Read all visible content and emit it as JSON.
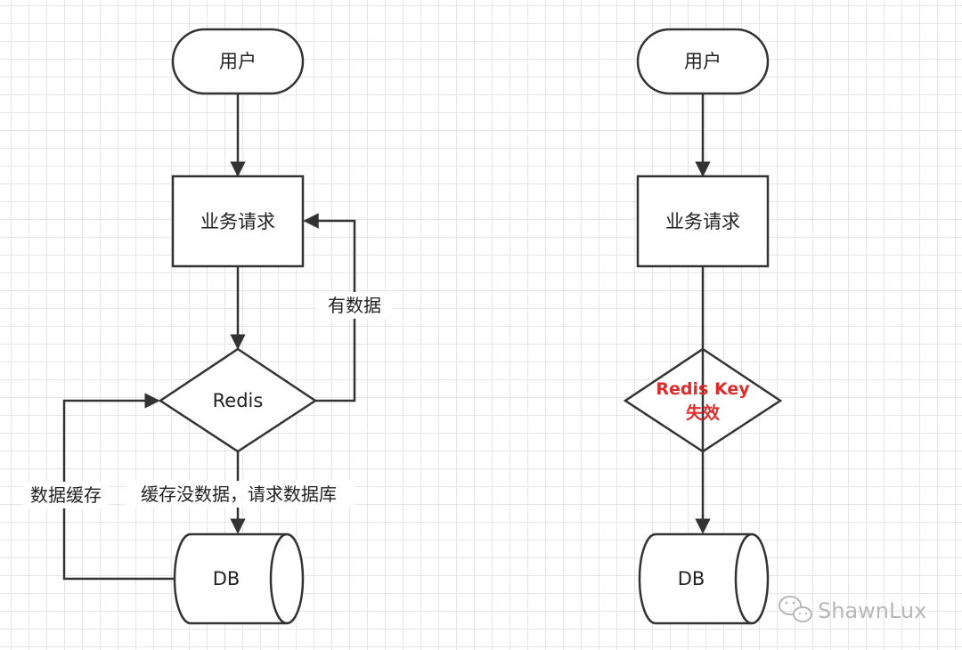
{
  "left_flow": {
    "user": "用户",
    "request": "业务请求",
    "redis": "Redis",
    "db": "DB",
    "edge_has_data": "有数据",
    "edge_no_cache": "缓存没数据，请求数据库",
    "edge_cache_data": "数据缓存"
  },
  "right_flow": {
    "user": "用户",
    "request": "业务请求",
    "redis_key_line1": "Redis Key",
    "redis_key_line2": "失效",
    "db": "DB"
  },
  "watermark": {
    "text": "ShawnLux",
    "icon": "wechat-icon"
  },
  "colors": {
    "stroke": "#333333",
    "highlight": "#e02b2b",
    "grid": "#e6e6e6",
    "watermark": "#b8b8b8"
  }
}
